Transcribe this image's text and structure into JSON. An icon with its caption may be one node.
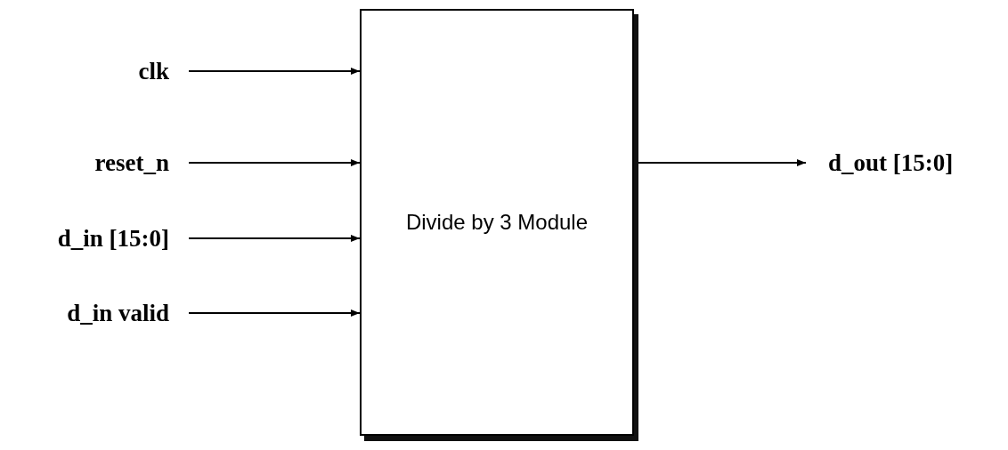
{
  "diagram": {
    "nodes": [
      {
        "text": [
          "clk"
        ]
      },
      {
        "text": [
          "reset_n"
        ]
      },
      {
        "text": [
          "d_in [15:0]"
        ]
      },
      {
        "text": [
          "d_in valid"
        ]
      },
      {
        "text": [
          "Divide by 3 Module"
        ]
      },
      {
        "text": [
          "d_out [15:0]"
        ]
      }
    ],
    "edges": [
      {
        "from": 0,
        "to": 4,
        "arrow": "to"
      },
      {
        "from": 1,
        "to": 4,
        "arrow": "to"
      },
      {
        "from": 2,
        "to": 4,
        "arrow": "to"
      },
      {
        "from": 3,
        "to": 4,
        "arrow": "to"
      },
      {
        "from": 4,
        "to": 5,
        "arrow": "to"
      }
    ]
  }
}
